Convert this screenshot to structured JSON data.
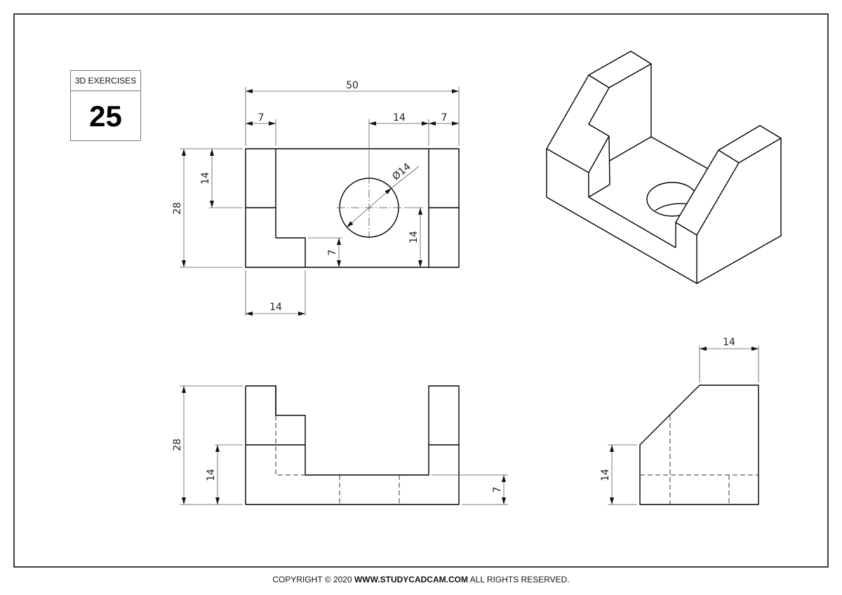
{
  "badge": {
    "label": "3D EXERCISES",
    "number": "25"
  },
  "top_view": {
    "overall_width": "50",
    "left_width": "7",
    "hole_offset": "14",
    "right_width": "7",
    "overall_depth": "28",
    "upper_depth": "14",
    "step_width": "14",
    "step_depth": "7",
    "hole_center": "14",
    "hole_diameter": "Ø14"
  },
  "front_view": {
    "height": "28",
    "lower_height": "14",
    "floor_height": "7"
  },
  "side_view": {
    "top_width": "14",
    "lower_height": "14"
  },
  "footer": {
    "prefix": "COPYRIGHT © 2020 ",
    "site": "WWW.STUDYCADCAM.COM",
    "suffix": " ALL RIGHTS RESERVED."
  }
}
